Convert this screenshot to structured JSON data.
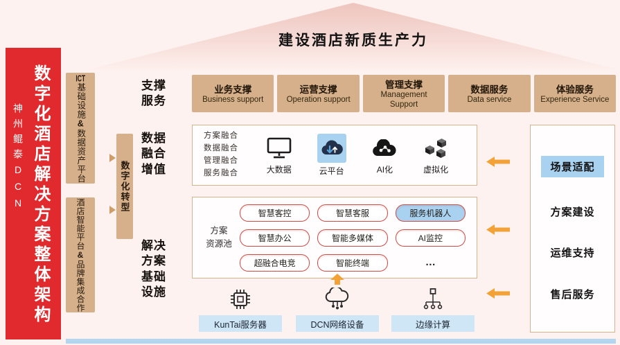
{
  "roof": {
    "title": "建设酒店新质生产力"
  },
  "banner": {
    "main": "数字化酒店解决方案整体架构",
    "sub": "神州鲲泰DCN"
  },
  "ict_box": {
    "seg1": "ICT",
    "seg2": "基础设施",
    "seg3": "&",
    "seg4": "数据资产平台"
  },
  "hotel_box": {
    "seg1": "酒店智能平台",
    "seg2": "&",
    "seg3": "品牌集成合作"
  },
  "transform_box": {
    "label": "数字化转型"
  },
  "row_labels": {
    "support": "支撑\n服务",
    "fusion": "数据\n融合\n增值",
    "infra": "解决\n方案\n基础\n设施"
  },
  "support_boxes": [
    {
      "zh": "业务支撑",
      "en": "Business support"
    },
    {
      "zh": "运营支撑",
      "en": "Operation support"
    },
    {
      "zh": "管理支撑",
      "en": "Management Support"
    },
    {
      "zh": "数据服务",
      "en": "Data service"
    },
    {
      "zh": "体验服务",
      "en": "Experience Service"
    }
  ],
  "fusion_panel": {
    "list": "方案融合\n数据融合\n管理融合\n服务融合",
    "items": [
      {
        "label": "大数据",
        "icon": "monitor-icon",
        "highlight": false
      },
      {
        "label": "云平台",
        "icon": "cloud-sync-icon",
        "highlight": true
      },
      {
        "label": "AI化",
        "icon": "ai-cloud-icon",
        "highlight": false
      },
      {
        "label": "虚拟化",
        "icon": "cubes-icon",
        "highlight": false
      }
    ]
  },
  "infra_panel": {
    "pool_label": "方案\n资源池",
    "pills": [
      {
        "label": "智慧客控",
        "highlight": false
      },
      {
        "label": "智慧客服",
        "highlight": false
      },
      {
        "label": "服务机器人",
        "highlight": true
      },
      {
        "label": "智慧办公",
        "highlight": false
      },
      {
        "label": "智能多媒体",
        "highlight": false
      },
      {
        "label": "AI监控",
        "highlight": false
      },
      {
        "label": "超融合电竞",
        "highlight": false
      },
      {
        "label": "智能终端",
        "highlight": false
      },
      {
        "label": "…",
        "highlight": false
      }
    ]
  },
  "hardware": [
    {
      "label": "KunTai服务器",
      "icon": "chip-icon"
    },
    {
      "label": "DCN网络设备",
      "icon": "cloud-network-icon"
    },
    {
      "label": "边缘计算",
      "icon": "edge-computing-icon"
    }
  ],
  "service_column": [
    {
      "label": "场景适配",
      "highlight": true
    },
    {
      "label": "方案建设",
      "highlight": false
    },
    {
      "label": "运维支持",
      "highlight": false
    },
    {
      "label": "售后服务",
      "highlight": false
    }
  ],
  "colors": {
    "banner_red": "#e12a2d",
    "tan": "#d6b08a",
    "highlight_blue": "#a9d1f0",
    "arrow_orange": "#f2a236",
    "pill_border": "#cc4c45",
    "hw_label_blue": "#cfe6f6",
    "bottom_bar_blue": "#b3d6ee",
    "roof_pink": "#f1ccc6"
  }
}
